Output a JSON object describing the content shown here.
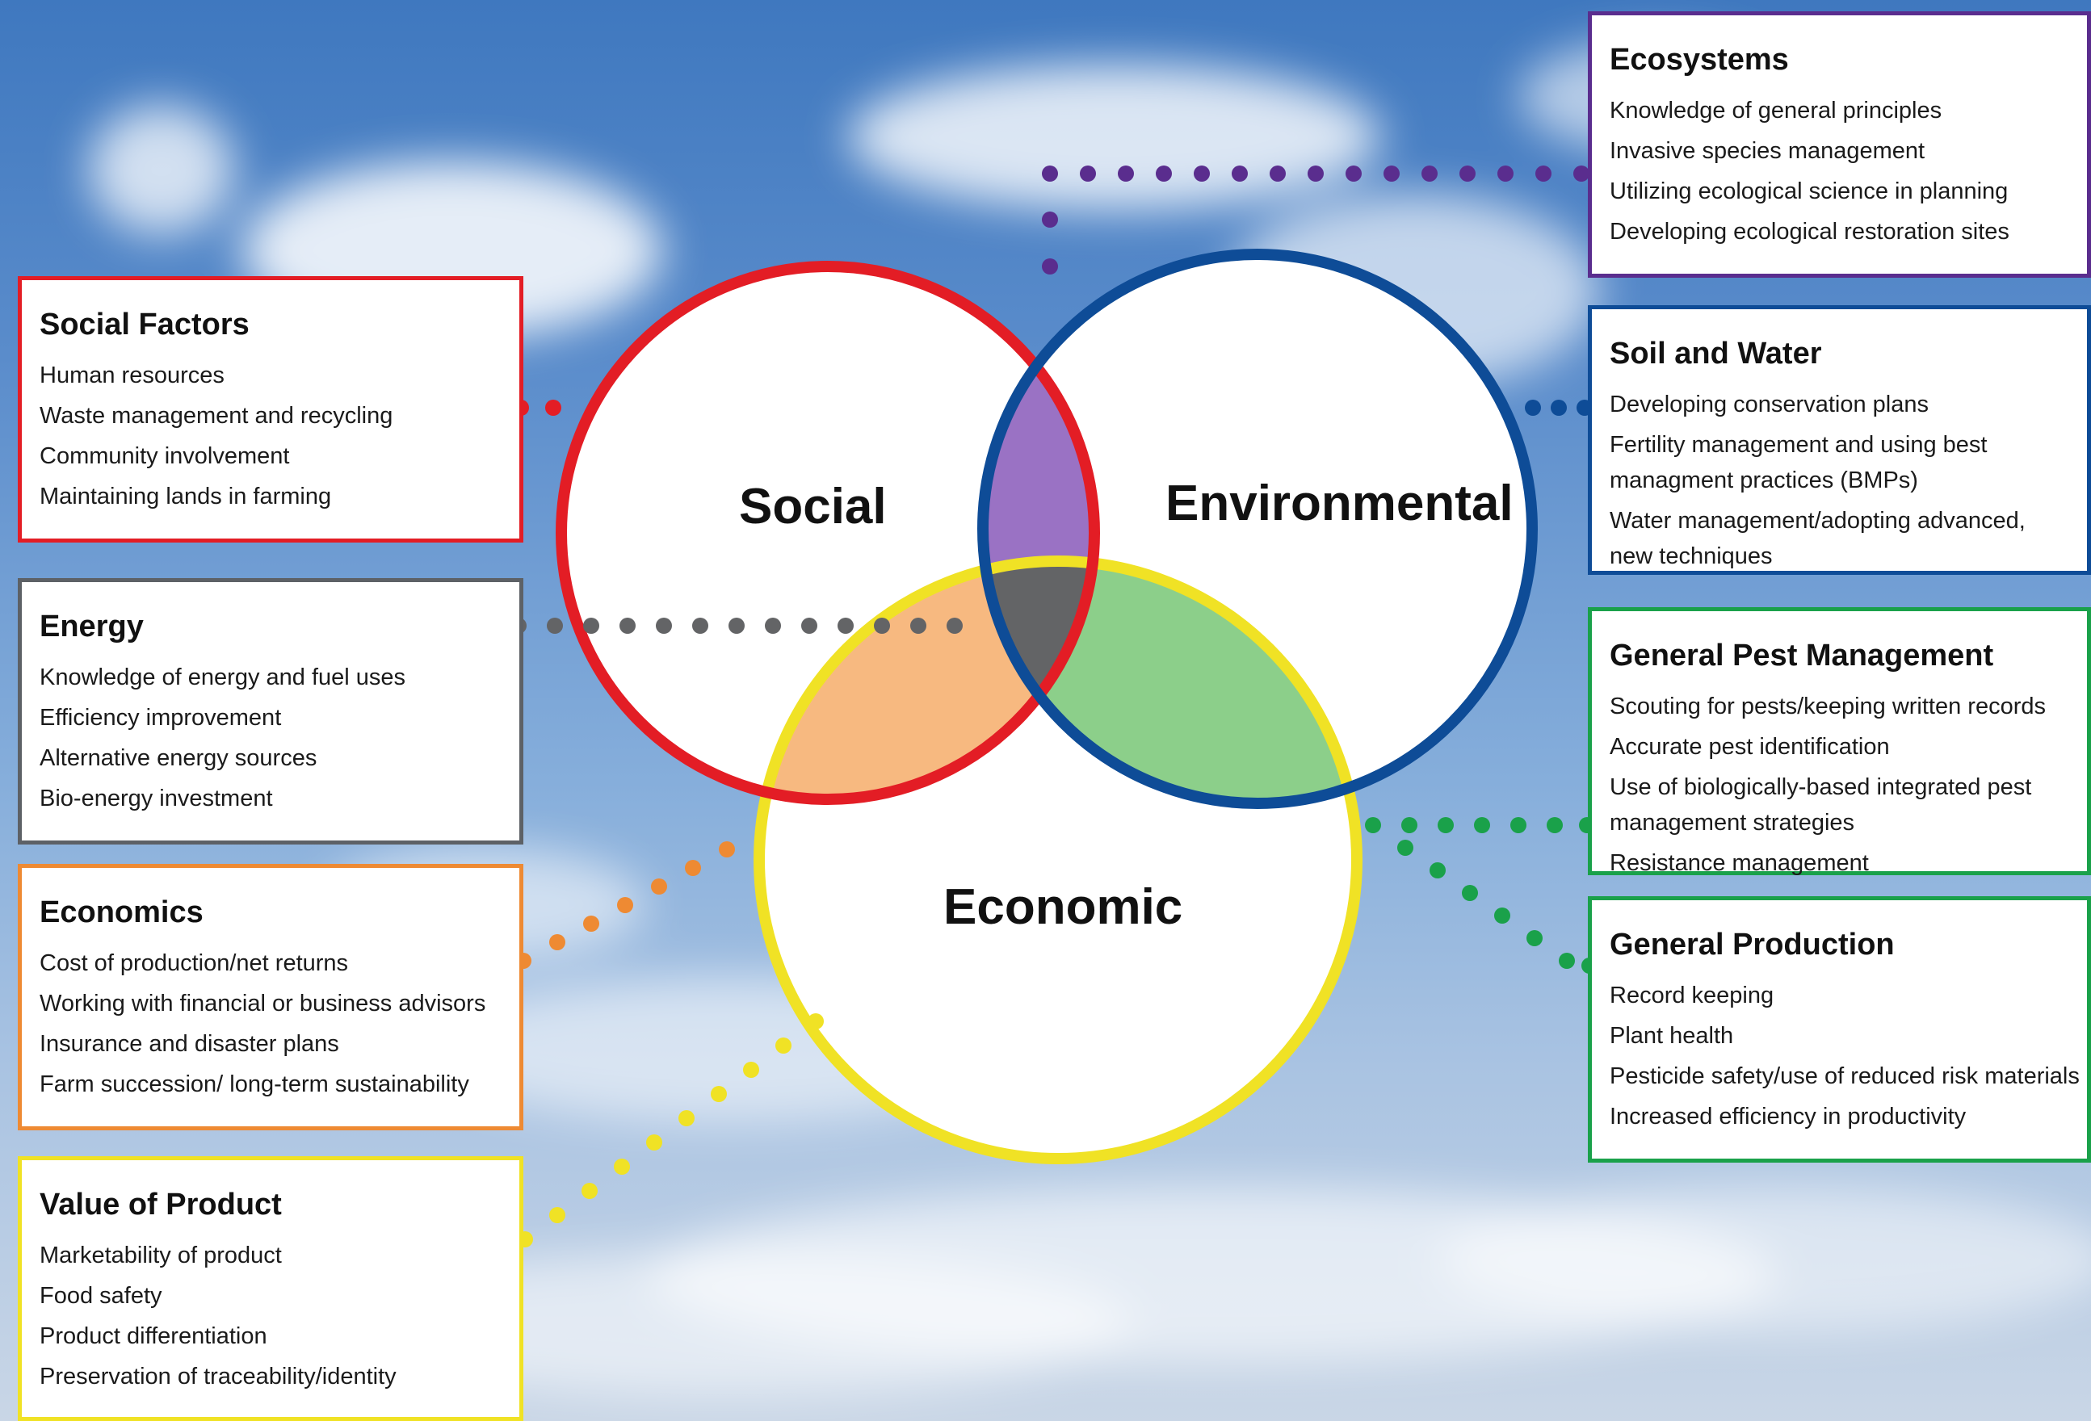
{
  "venn": {
    "social_label": "Social",
    "environmental_label": "Environmental",
    "economic_label": "Economic",
    "colors": {
      "social": "#e31d25",
      "environmental": "#0e4c97",
      "economic": "#f0e225",
      "social_environmental": "#9a72c4",
      "social_economic": "#f7b980",
      "environmental_economic": "#8ccf8a",
      "center": "#636466"
    }
  },
  "boxes": {
    "social_factors": {
      "title": "Social Factors",
      "color": "#e31d25",
      "items": [
        "Human resources",
        "Waste management and recycling",
        "Community involvement",
        "Maintaining lands in farming"
      ]
    },
    "energy": {
      "title": "Energy",
      "color": "#5d6166",
      "items": [
        "Knowledge of energy and fuel uses",
        "Efficiency improvement",
        "Alternative energy sources",
        "Bio-energy investment"
      ]
    },
    "economics": {
      "title": "Economics",
      "color": "#ee8a33",
      "items": [
        "Cost of production/net returns",
        "Working with financial or business advisors",
        "Insurance and disaster plans",
        "Farm succession/ long-term sustainability"
      ]
    },
    "value_of_product": {
      "title": "Value of Product",
      "color": "#f0e225",
      "items": [
        "Marketability of product",
        "Food safety",
        "Product differentiation",
        "Preservation of traceability/identity"
      ]
    },
    "ecosystems": {
      "title": "Ecosystems",
      "color": "#5a2d8e",
      "items": [
        "Knowledge of general principles",
        "Invasive species management",
        "Utilizing ecological science in planning",
        "Developing ecological restoration sites"
      ]
    },
    "soil_and_water": {
      "title": "Soil and Water",
      "color": "#0e4c97",
      "items": [
        "Developing conservation plans",
        "Fertility management and using best managment practices (BMPs)",
        "Water management/adopting advanced, new techniques"
      ]
    },
    "general_pest_management": {
      "title": "General Pest Management",
      "color": "#1aa14a",
      "items": [
        "Scouting for pests/keeping written records",
        "Accurate pest identification",
        "Use of biologically-based integrated pest management strategies",
        "Resistance management"
      ]
    },
    "general_production": {
      "title": "General Production",
      "color": "#1aa14a",
      "items": [
        "Record keeping",
        "Plant health",
        "Pesticide safety/use of reduced risk materials",
        "Increased efficiency in productivity"
      ]
    }
  }
}
